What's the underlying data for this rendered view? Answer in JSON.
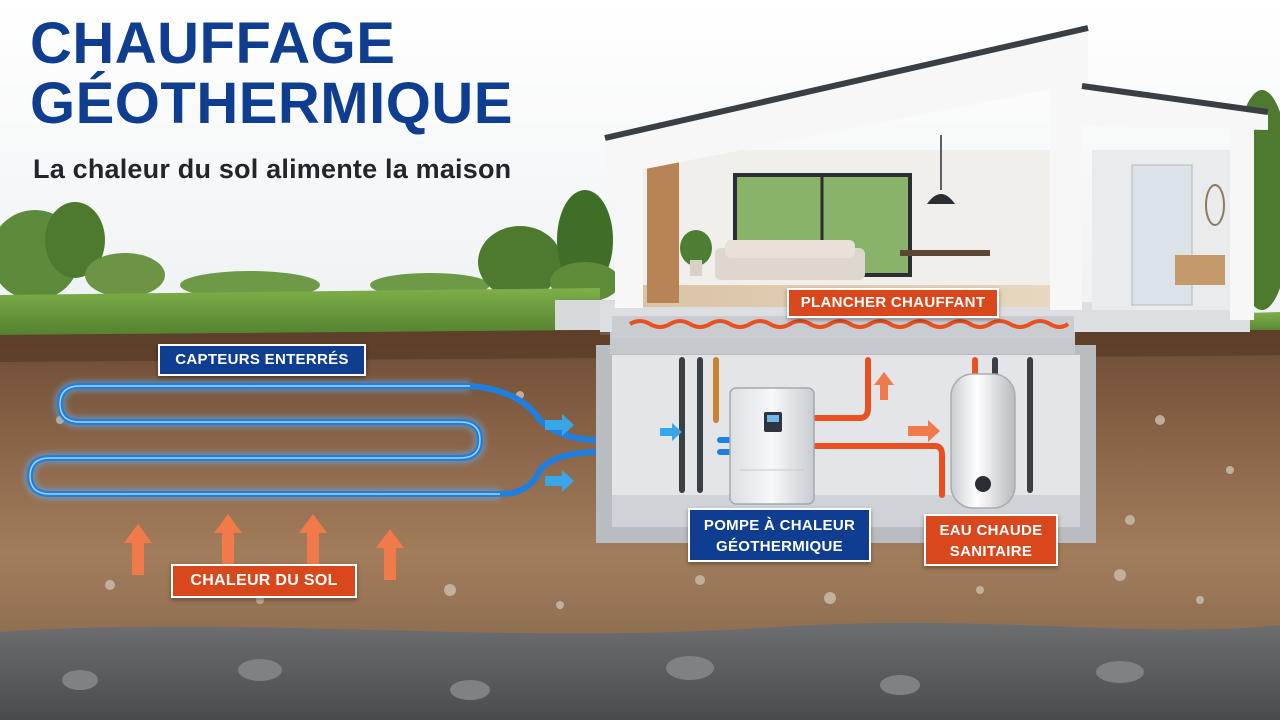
{
  "title": {
    "line1": "CHAUFFAGE",
    "line2": "GÉOTHERMIQUE",
    "subtitle": "La chaleur du sol alimente la maison"
  },
  "labels": {
    "underfloor_heating": "PLANCHER CHAUFFANT",
    "ground_collectors": "CAPTEURS ENTERRÉS",
    "ground_heat": "CHALEUR DU SOL",
    "heat_pump_line1": "POMPE À CHALEUR",
    "heat_pump_line2": "GÉOTHERMIQUE",
    "hot_water_line1": "EAU CHAUDE",
    "hot_water_line2": "SANITAIRE"
  },
  "colors": {
    "title_blue": "#0f3d8f",
    "label_blue": "#0f3d8f",
    "label_orange": "#d9481c",
    "cold_pipe": "#1f7fe0",
    "hot_pipe": "#e8501f",
    "arrow_orange": "#f07a4a",
    "arrow_blue": "#38a7e8"
  },
  "icons": [
    "heat-up-arrow-icon",
    "flow-right-arrow-icon",
    "up-arrow-icon"
  ]
}
